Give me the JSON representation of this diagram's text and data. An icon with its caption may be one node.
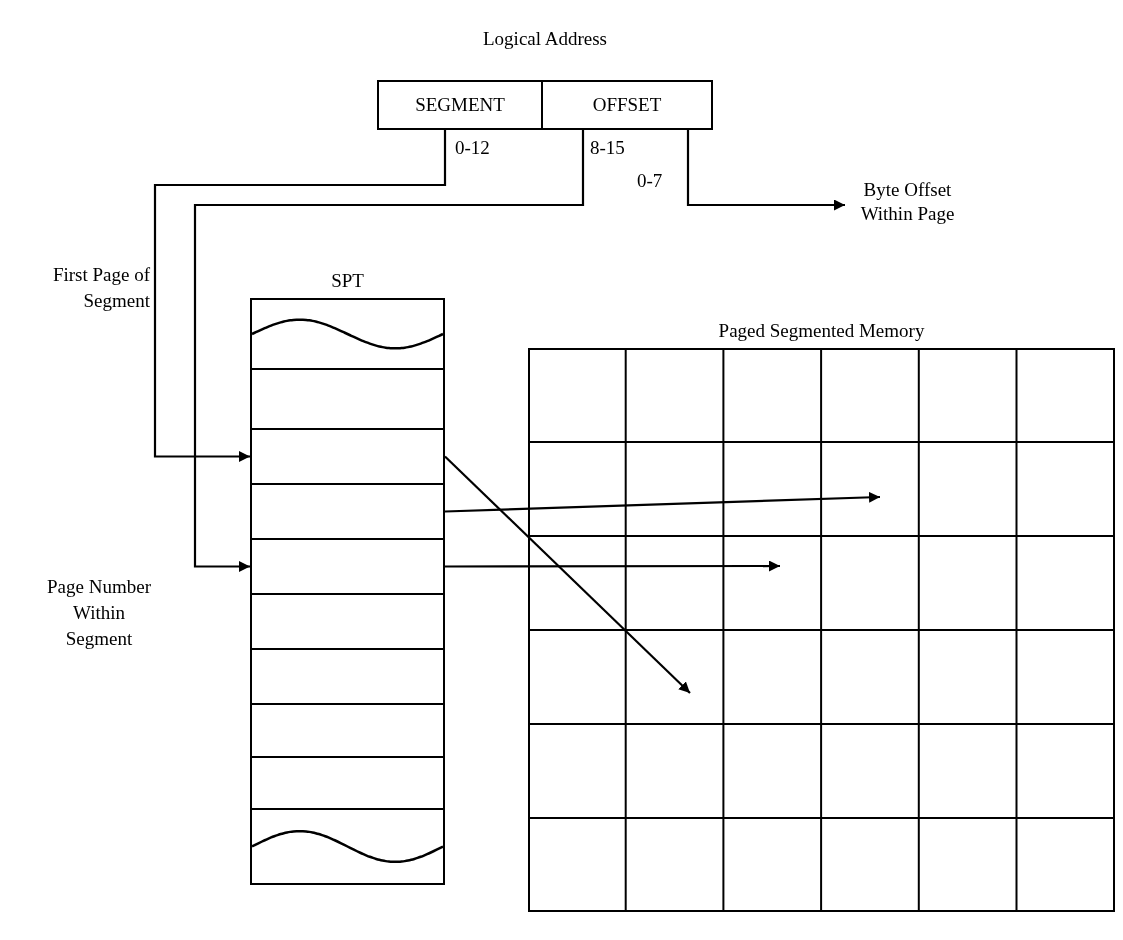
{
  "diagram": {
    "nodes": [
      {
        "text": [
          "SEGMENT"
        ]
      },
      {
        "text": [
          "OFFSET"
        ]
      },
      {
        "text": [
          "Byte Offset Within Page"
        ]
      },
      {
        "text": [
          "SPT"
        ]
      },
      {
        "text": [],
        "shape": "box",
        "in": 3
      },
      {
        "text": [],
        "shape": "box",
        "in": 3
      },
      {
        "text": [],
        "shape": "box",
        "in": 3
      },
      {
        "text": [],
        "shape": "box",
        "in": 3
      },
      {
        "text": [],
        "shape": "box",
        "in": 3
      },
      {
        "text": [],
        "shape": "box",
        "in": 3
      },
      {
        "text": [],
        "shape": "box",
        "in": 3
      },
      {
        "text": [],
        "shape": "box",
        "in": 3
      },
      {
        "text": [],
        "shape": "box",
        "in": 3
      },
      {
        "text": [],
        "shape": "box",
        "in": 3
      },
      {
        "text": [
          "Paged Segmented Memory"
        ]
      }
    ],
    "edges": [
      {
        "from": 0,
        "to": 6,
        "arrow": "to",
        "label": "First Page of Segment"
      },
      {
        "from": 1,
        "to": 8,
        "arrow": "to",
        "label": "Page Number Within Segment"
      },
      {
        "from": 1,
        "to": 2,
        "arrow": "to"
      },
      {
        "from": 6,
        "to": 14,
        "arrow": "to"
      },
      {
        "from": 7,
        "to": 14,
        "arrow": "to"
      },
      {
        "from": 8,
        "to": 14,
        "arrow": "to"
      }
    ],
    "labels": [
      "Logical Address",
      "0-12",
      "8-15",
      "0-7"
    ]
  }
}
